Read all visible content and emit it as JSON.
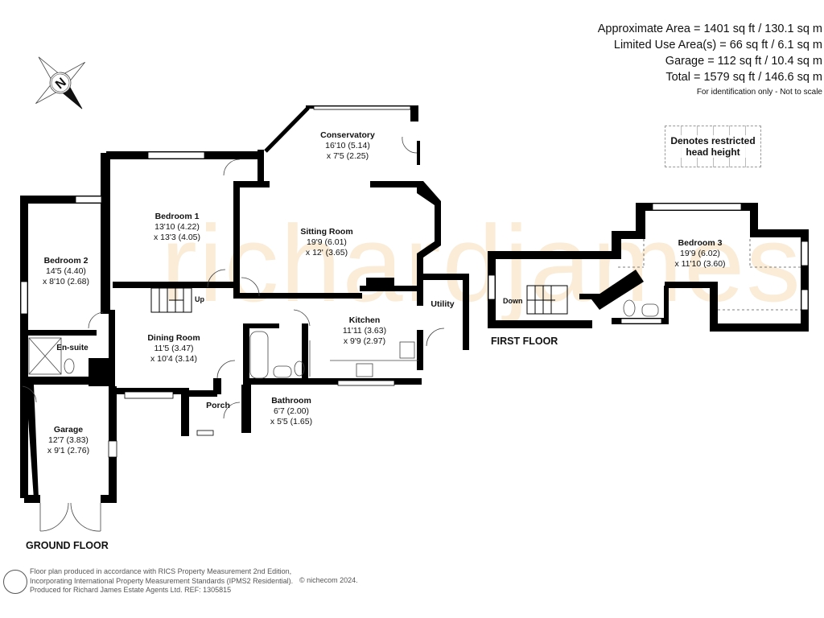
{
  "areas": {
    "approximate": "Approximate Area = 1401 sq ft / 130.1 sq m",
    "limited_use": "Limited Use Area(s) = 66 sq ft / 6.1 sq m",
    "garage": "Garage = 112 sq ft / 10.4 sq m",
    "total": "Total = 1579 sq ft / 146.6 sq m",
    "note": "For identification only - Not to scale"
  },
  "compass": {
    "label": "N"
  },
  "legend": {
    "text": "Denotes restricted head height"
  },
  "watermark": "richardjames",
  "floors": {
    "ground": "GROUND FLOOR",
    "first": "FIRST FLOOR"
  },
  "rooms": {
    "conservatory": {
      "name": "Conservatory",
      "dim1": "16'10 (5.14)",
      "dim2": "x 7'5 (2.25)"
    },
    "bedroom1": {
      "name": "Bedroom 1",
      "dim1": "13'10 (4.22)",
      "dim2": "x 13'3 (4.05)"
    },
    "bedroom2": {
      "name": "Bedroom 2",
      "dim1": "14'5 (4.40)",
      "dim2": "x 8'10 (2.68)"
    },
    "sitting": {
      "name": "Sitting Room",
      "dim1": "19'9 (6.01)",
      "dim2": "x 12' (3.65)"
    },
    "dining": {
      "name": "Dining Room",
      "dim1": "11'5 (3.47)",
      "dim2": "x 10'4 (3.14)"
    },
    "kitchen": {
      "name": "Kitchen",
      "dim1": "11'11 (3.63)",
      "dim2": "x 9'9 (2.97)"
    },
    "utility": {
      "name": "Utility"
    },
    "ensuite": {
      "name": "En-suite"
    },
    "bathroom": {
      "name": "Bathroom",
      "dim1": "6'7 (2.00)",
      "dim2": "x 5'5 (1.65)"
    },
    "porch": {
      "name": "Porch"
    },
    "garage": {
      "name": "Garage",
      "dim1": "12'7 (3.83)",
      "dim2": "x 9'1 (2.76)"
    },
    "bedroom3": {
      "name": "Bedroom 3",
      "dim1": "19'9 (6.02)",
      "dim2": "x 11'10 (3.60)"
    }
  },
  "stairs": {
    "up": "Up",
    "down": "Down"
  },
  "footer": {
    "line1": "Floor plan produced in accordance with RICS Property Measurement 2nd Edition,",
    "line2": "Incorporating International Property Measurement Standards (IPMS2 Residential).",
    "line3": "Produced for Richard James Estate Agents Ltd.   REF: 1305815",
    "copyright": "© nichecom 2024."
  }
}
